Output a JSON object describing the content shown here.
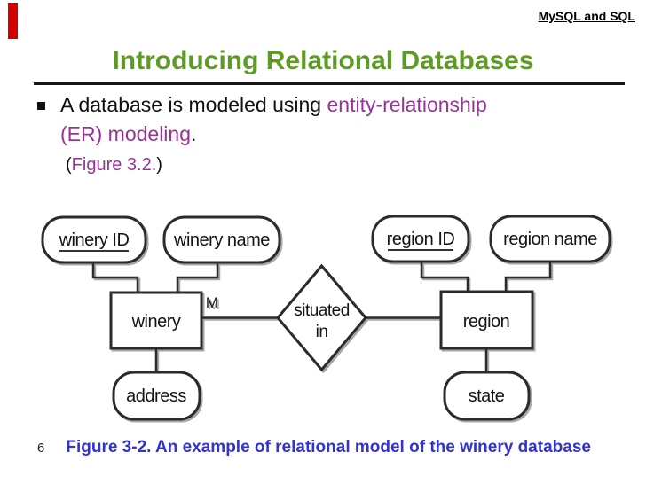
{
  "header": {
    "course_label": "MySQL and SQL"
  },
  "title": "Introducing Relational Databases",
  "bullet": {
    "text_black_1": "A database is modeled using ",
    "link_part1": "entity-relationship",
    "link_part2": "(ER) modeling",
    "text_black_2": ".",
    "figure_ref_open": "(",
    "figure_ref_link": "Figure 3.2.",
    "figure_ref_close": ")"
  },
  "diagram": {
    "attribute_ovals": [
      {
        "label": "winery ID",
        "key_attribute": true
      },
      {
        "label": "winery name",
        "key_attribute": false
      },
      {
        "label": "region ID",
        "key_attribute": true
      },
      {
        "label": "region name",
        "key_attribute": false
      },
      {
        "label": "address",
        "key_attribute": false
      },
      {
        "label": "state",
        "key_attribute": false
      }
    ],
    "entity_boxes": [
      {
        "label": "winery"
      },
      {
        "label": "region"
      }
    ],
    "relationship_diamond": {
      "label_line1": "situated",
      "label_line2": "in"
    },
    "cardinality_label": "M"
  },
  "footer": {
    "slide_number": "6",
    "caption": "Figure 3-2. An example of relational model of the winery database"
  },
  "colors": {
    "title_green": "#5e9b23",
    "accent_purple": "#993399",
    "caption_blue": "#3333cc",
    "red_bar": "#d40000"
  }
}
